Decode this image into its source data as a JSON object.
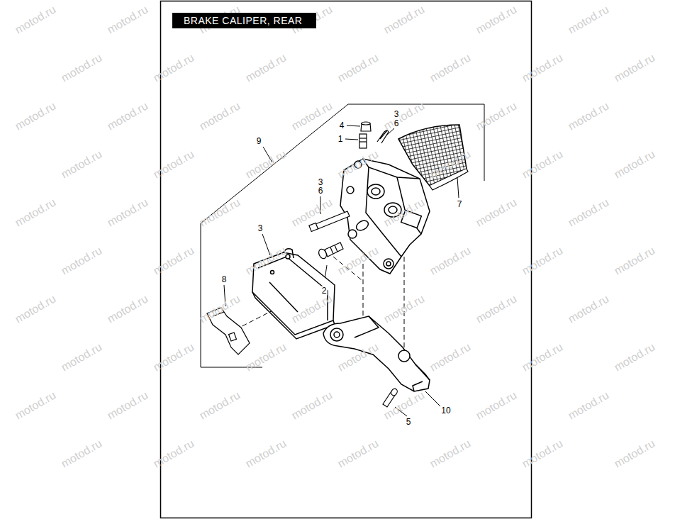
{
  "diagram": {
    "title": "BRAKE CALIPER, REAR",
    "labels": [
      "4",
      "1",
      "3",
      "6",
      "9",
      "3",
      "6",
      "3",
      "8",
      "2",
      "7",
      "10",
      "5",
      "motod.ru",
      "motod.ru",
      "motod.ru",
      "motod.ru",
      "motod.ru",
      "motod.ru",
      "motod.ru",
      "motod.ru",
      "motod.ru",
      "motod.ru",
      "motod.ru",
      "motod.ru",
      "motod.ru",
      "motod.ru",
      "motod.ru",
      "motod.ru",
      "motod.ru",
      "motod.ru",
      "motod.ru",
      "motod.ru",
      "motod.ru",
      "motod.ru",
      "motod.ru",
      "motod.ru",
      "motod.ru",
      "motod.ru",
      "motod.ru",
      "motod.ru",
      "motod.ru",
      "motod.ru",
      "motod.ru",
      "motod.ru",
      "motod.ru",
      "motod.ru",
      "motod.ru",
      "motod.ru",
      "motod.ru",
      "motod.ru",
      "motod.ru",
      "motod.ru",
      "motod.ru",
      "motod.ru",
      "motod.ru",
      "motod.ru",
      "motod.ru",
      "motod.ru",
      "motod.ru",
      "motod.ru",
      "motod.ru",
      "motod.ru",
      "motod.ru",
      "motod.ru",
      "motod.ru",
      "motod.ru",
      "motod.ru",
      "motod.ru",
      "motod.ru",
      "motod.ru",
      "motod.ru",
      "motod.ru",
      "motod.ru",
      "motod.ru",
      "motod.ru",
      "motod.ru",
      "motod.ru",
      "motod.ru",
      "motod.ru",
      "motod.ru",
      "motod.ru",
      "motod.ru"
    ]
  }
}
